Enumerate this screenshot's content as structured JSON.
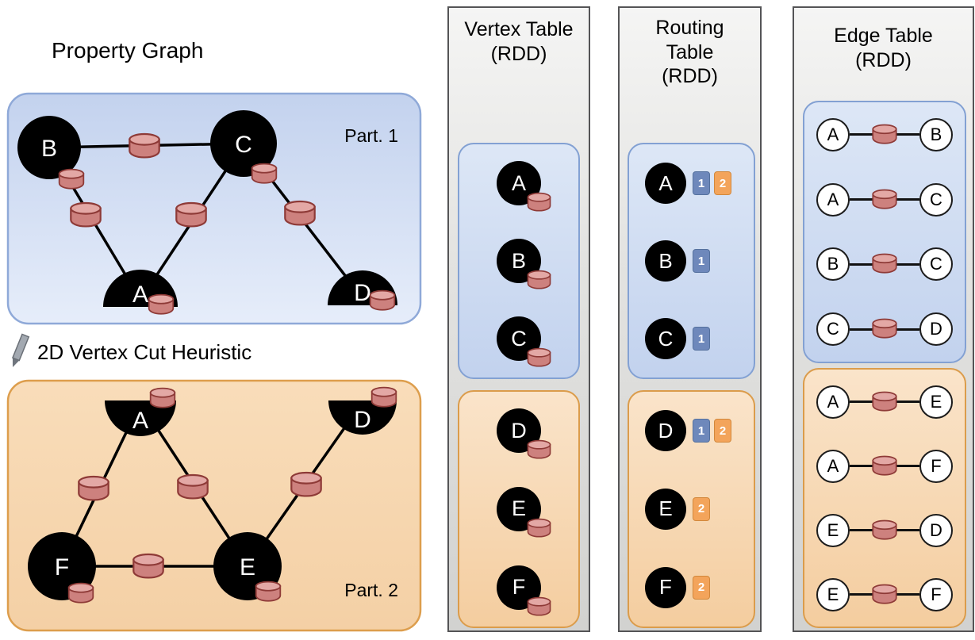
{
  "colors": {
    "partition1_fill": "#cdd9f0",
    "partition1_border": "#8fa9d8",
    "partition2_fill": "#f7d8b2",
    "partition2_border": "#dd9e4d",
    "panel_fill": "#e2e2e0",
    "panel_border": "#545456",
    "vertex_fill": "#000000",
    "cylinder_fill": "#cd817e",
    "badge_partition1": "#6e88bb",
    "badge_partition2": "#f3a45b"
  },
  "left": {
    "title": "Property Graph",
    "cut_label": "2D Vertex Cut Heuristic",
    "part1": {
      "label": "Part. 1",
      "vertices": [
        "B",
        "C",
        "A",
        "D"
      ]
    },
    "part2": {
      "label": "Part. 2",
      "vertices": [
        "A",
        "D",
        "F",
        "E"
      ]
    }
  },
  "vertex_table": {
    "title_lines": [
      "Vertex Table",
      "(RDD)"
    ],
    "part1_vertices": [
      "A",
      "B",
      "C"
    ],
    "part2_vertices": [
      "D",
      "E",
      "F"
    ]
  },
  "routing_table": {
    "title_lines": [
      "Routing",
      "Table",
      "(RDD)"
    ],
    "part1": [
      {
        "vertex": "A",
        "badges": [
          {
            "value": "1",
            "partition": "1"
          },
          {
            "value": "2",
            "partition": "2"
          }
        ]
      },
      {
        "vertex": "B",
        "badges": [
          {
            "value": "1",
            "partition": "1"
          }
        ]
      },
      {
        "vertex": "C",
        "badges": [
          {
            "value": "1",
            "partition": "1"
          }
        ]
      }
    ],
    "part2": [
      {
        "vertex": "D",
        "badges": [
          {
            "value": "1",
            "partition": "1"
          },
          {
            "value": "2",
            "partition": "2"
          }
        ]
      },
      {
        "vertex": "E",
        "badges": [
          {
            "value": "2",
            "partition": "2"
          }
        ]
      },
      {
        "vertex": "F",
        "badges": [
          {
            "value": "2",
            "partition": "2"
          }
        ]
      }
    ]
  },
  "edge_table": {
    "title_lines": [
      "Edge Table",
      "(RDD)"
    ],
    "part1": [
      {
        "from": "A",
        "to": "B"
      },
      {
        "from": "A",
        "to": "C"
      },
      {
        "from": "B",
        "to": "C"
      },
      {
        "from": "C",
        "to": "D"
      }
    ],
    "part2": [
      {
        "from": "A",
        "to": "E"
      },
      {
        "from": "A",
        "to": "F"
      },
      {
        "from": "E",
        "to": "D"
      },
      {
        "from": "E",
        "to": "F"
      }
    ]
  }
}
